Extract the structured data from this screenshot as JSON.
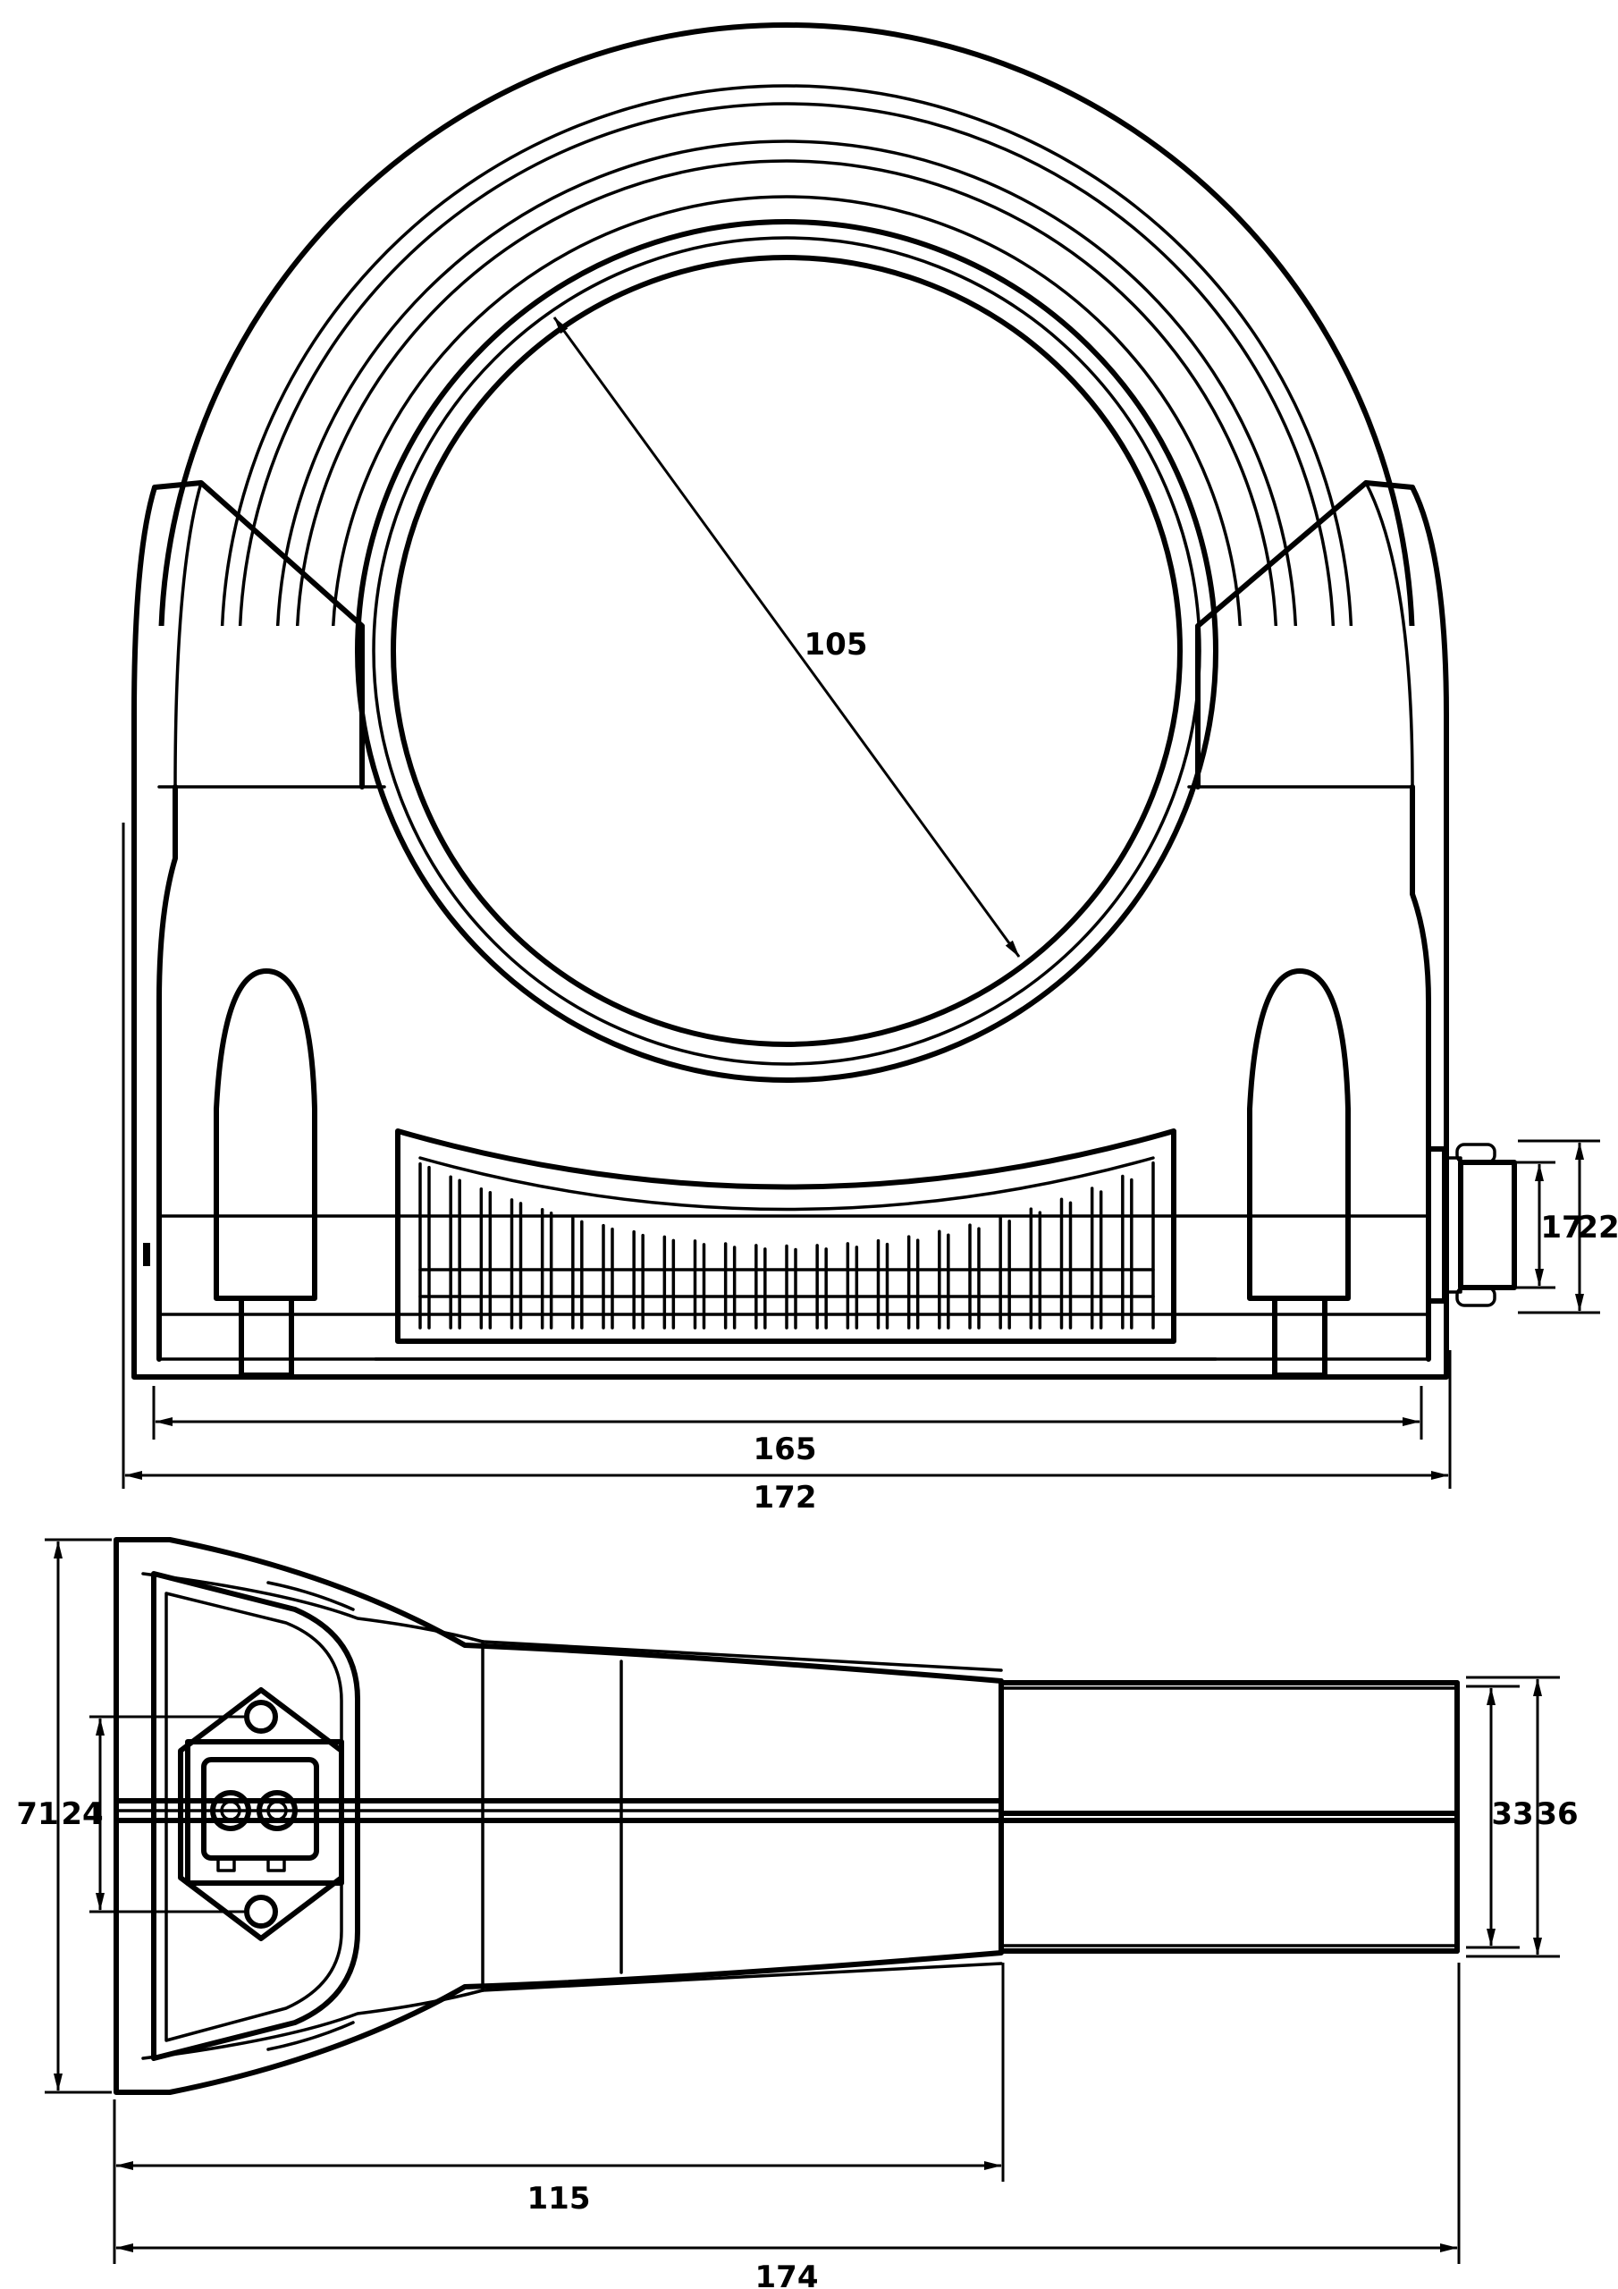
{
  "front_view": {
    "dimensions": {
      "bore_diameter": "105",
      "inner_width": "165",
      "overall_width": "172",
      "connector_inner": "17",
      "connector_outer": "22"
    }
  },
  "side_view": {
    "dimensions": {
      "overall_height": "71",
      "pin_spacing": "24",
      "body_length": "115",
      "overall_length": "174",
      "tube_inner": "33",
      "tube_outer": "36"
    }
  },
  "colors": {
    "line": "#000000",
    "background": "#ffffff"
  }
}
